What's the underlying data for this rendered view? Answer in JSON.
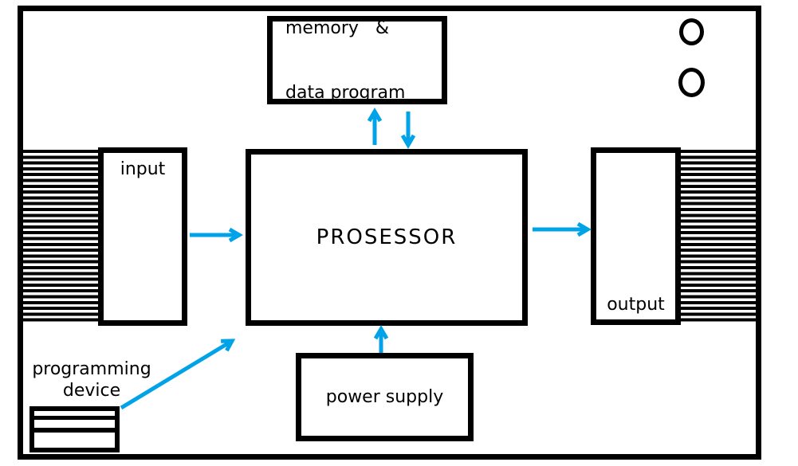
{
  "diagram": {
    "colors": {
      "arrow": "#00A2E8",
      "line": "#000000",
      "background": "#FFFFFF"
    },
    "blocks": {
      "memory": {
        "line1": "memory   &",
        "line2": "data program"
      },
      "processor": {
        "label": "PROSESSOR"
      },
      "input": {
        "label": "input"
      },
      "output": {
        "label": "output"
      },
      "power_supply": {
        "label": "power supply"
      },
      "programming_device": {
        "line1": "programming",
        "line2": "device"
      }
    },
    "connections": [
      {
        "from": "input",
        "to": "processor"
      },
      {
        "from": "processor",
        "to": "memory-data-program"
      },
      {
        "from": "memory-data-program",
        "to": "processor"
      },
      {
        "from": "power-supply",
        "to": "processor"
      },
      {
        "from": "processor",
        "to": "output"
      },
      {
        "from": "programming-device",
        "to": "processor"
      }
    ]
  }
}
